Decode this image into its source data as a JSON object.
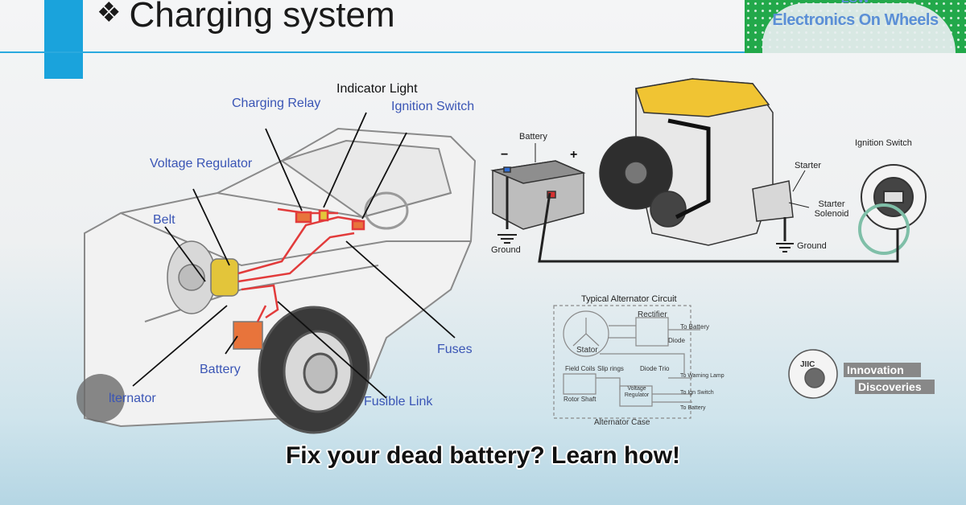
{
  "slide": {
    "title": "Charging system",
    "title_bullet": "❖"
  },
  "logo": {
    "top_text": "LSW",
    "text": "Electronics On Wheels",
    "background_color": "#22a84a"
  },
  "car_diagram": {
    "labels": {
      "charging_relay": "Charging Relay",
      "indicator_light": "Indicator Light",
      "ignition_switch": "Ignition Switch",
      "voltage_regulator": "Voltage Regulator",
      "belt": "Belt",
      "battery": "Battery",
      "alternator": "lternator",
      "fuses": "Fuses",
      "fusible_link": "Fusible Link"
    },
    "label_color": "#3a55b5",
    "wire_color": "#e23b3b"
  },
  "engine_diagram": {
    "labels": {
      "battery": "Battery",
      "minus": "−",
      "plus": "+",
      "ground_left": "Ground",
      "starter": "Starter",
      "starter_solenoid": "Starter Solenoid",
      "ground_right": "Ground",
      "ignition_switch": "Ignition Switch"
    }
  },
  "alternator_circuit": {
    "title": "Typical Alternator Circuit",
    "labels": {
      "stator": "Stator",
      "rectifier": "Rectifier",
      "to_battery": "To Battery",
      "diode": "Diode",
      "field_coils": "Field Coils",
      "slip_rings": "Slip rings",
      "diode_trio": "Diode Trio",
      "voltage_regulator": "Voltage Regulator",
      "rotor_shaft": "Rotor Shaft",
      "to_warning_lamp": "To Warning Lamp",
      "to_ign_switch": "To Ign Switch",
      "to_battery_2": "To Battery",
      "alternator_case": "Alternator Case"
    }
  },
  "watermark": {
    "logo_text": "JIIC",
    "line1": "Innovation",
    "line2": "Discoveries"
  },
  "caption": "Fix your dead battery?  Learn how!"
}
